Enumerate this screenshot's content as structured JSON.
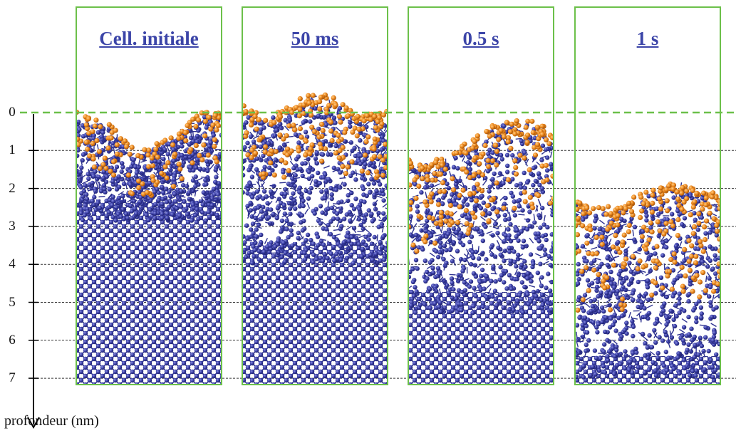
{
  "panels": [
    {
      "title": "Cell. initiale"
    },
    {
      "title": "50 ms"
    },
    {
      "title": "0.5 s"
    },
    {
      "title": "1 s"
    }
  ],
  "axis": {
    "label": "profondeur (nm)",
    "ticks": [
      "0",
      "1",
      "2",
      "3",
      "4",
      "5",
      "6",
      "7"
    ]
  },
  "colors": {
    "frame": "#6cc04a",
    "surface_line": "#6cc04a",
    "lattice_atom": "#3b3fa6",
    "surface_atom": "#ee8a1f",
    "text": "#3c45a8"
  }
}
